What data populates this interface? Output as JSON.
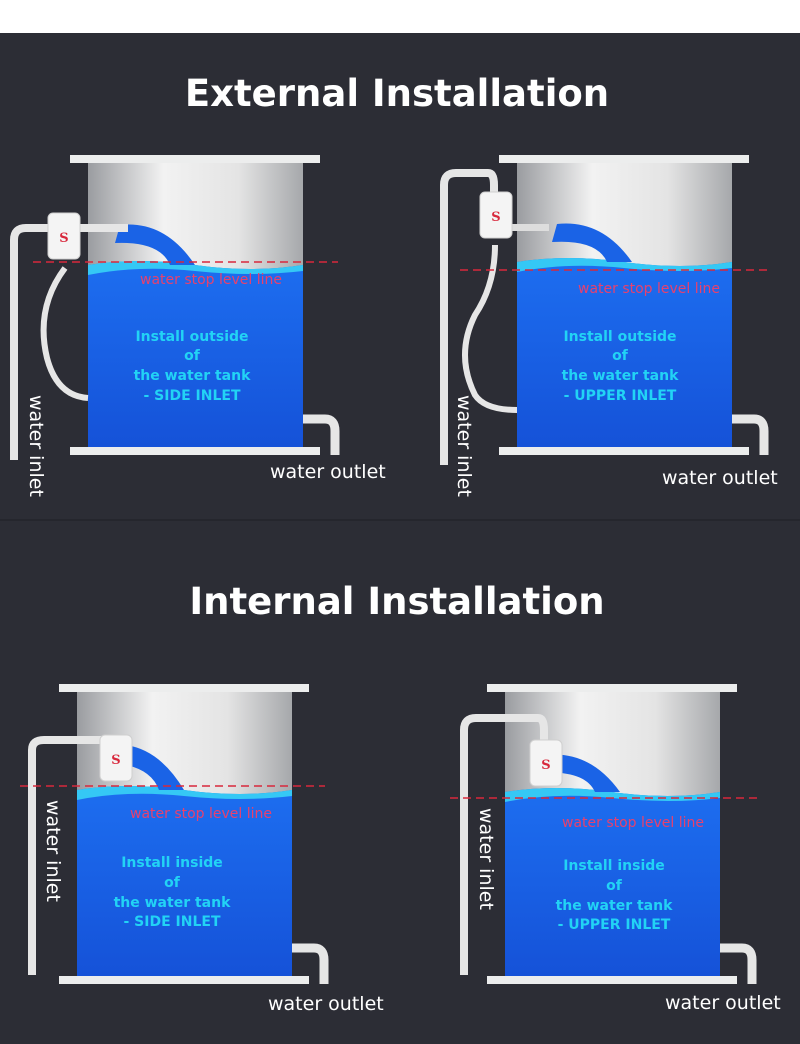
{
  "sections": [
    {
      "title": "External Installation"
    },
    {
      "title": "Internal Installation"
    }
  ],
  "panels": [
    {
      "level_label": "water stop level line",
      "info": [
        "Install outside",
        "of",
        "the water tank",
        " - SIDE INLET"
      ],
      "inlet_label": "water inlet",
      "outlet_label": "water outlet",
      "valve_logo": "S"
    },
    {
      "level_label": "water stop level line",
      "info": [
        "Install outside",
        "of",
        "the water tank",
        " - UPPER INLET"
      ],
      "inlet_label": "water inlet",
      "outlet_label": "water outlet",
      "valve_logo": "S"
    },
    {
      "level_label": "water stop level line",
      "info": [
        "Install inside",
        "of",
        "the water tank",
        " - SIDE INLET"
      ],
      "inlet_label": "water inlet",
      "outlet_label": "water outlet",
      "valve_logo": "S"
    },
    {
      "level_label": "water stop level line",
      "info": [
        "Install inside",
        "of",
        "the water tank",
        " - UPPER INLET"
      ],
      "inlet_label": "water inlet",
      "outlet_label": "water outlet",
      "valve_logo": "S"
    }
  ],
  "colors": {
    "background": "#2c2d35",
    "water": "#1a63e6",
    "level_line": "#d8283c",
    "info_text": "#22d3f5",
    "level_text": "#e8416e"
  }
}
